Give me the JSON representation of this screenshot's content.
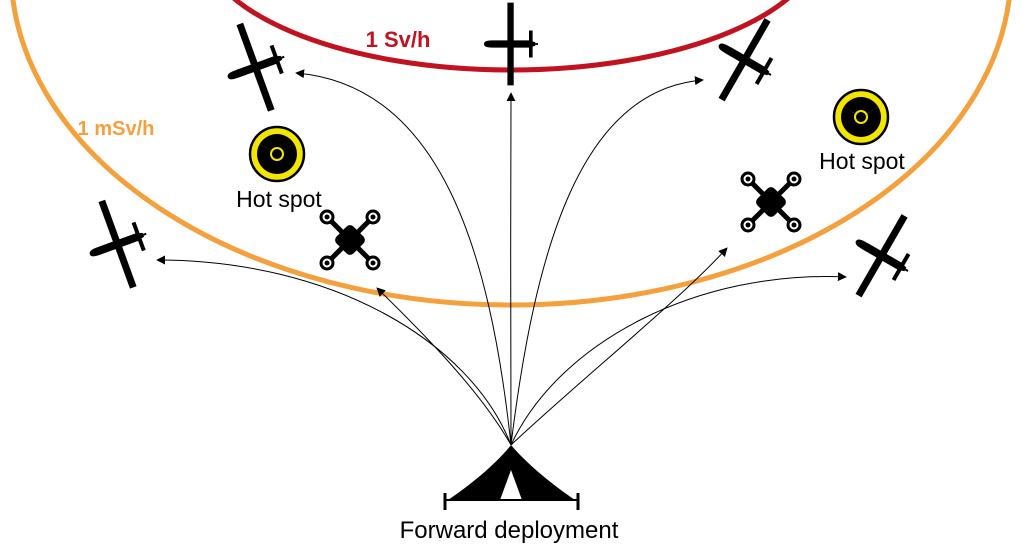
{
  "zones": {
    "inner": {
      "label": "1 Sv/h",
      "color": "#c1121f"
    },
    "outer": {
      "label": "1 mSv/h",
      "color": "#f4a03c"
    }
  },
  "hotspots": [
    {
      "label": "Hot spot",
      "icon": "radiation-icon"
    },
    {
      "label": "Hot spot",
      "icon": "radiation-icon"
    }
  ],
  "base": {
    "label": "Forward deployment",
    "icon": "tent-icon"
  },
  "vehicles": {
    "fixed_wing_icon": "fixed-wing-drone-icon",
    "quadcopter_icon": "quadcopter-drone-icon"
  },
  "colors": {
    "path": "#000000",
    "radiation_yellow": "#f2e600"
  }
}
